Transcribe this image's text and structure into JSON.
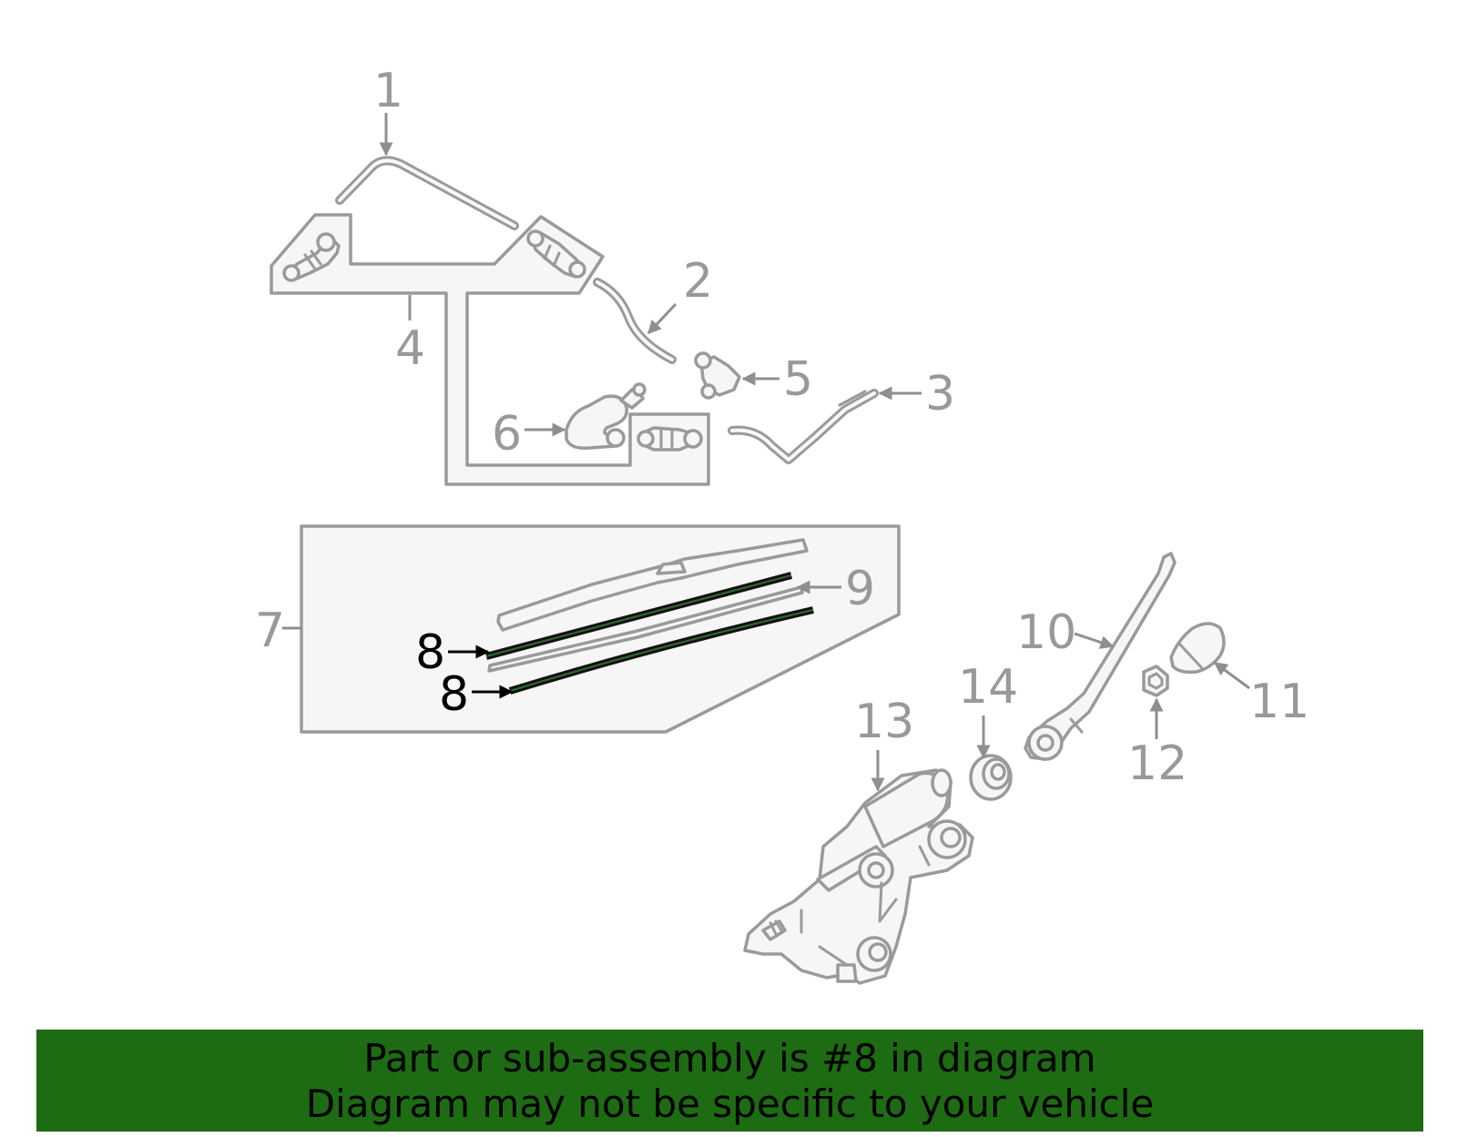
{
  "callouts": {
    "c1": "1",
    "c2": "2",
    "c3": "3",
    "c4": "4",
    "c5": "5",
    "c6": "6",
    "c7": "7",
    "c8a": "8",
    "c8b": "8",
    "c9": "9",
    "c10": "10",
    "c11": "11",
    "c12": "12",
    "c13": "13",
    "c14": "14"
  },
  "highlighted_part": "8",
  "banner": {
    "line1": "Part or sub-assembly is #8 in diagram",
    "line2": "Diagram may not be specific to your vehicle",
    "background": "#1d6b12"
  },
  "colors": {
    "part_outline": "#9a9a9a",
    "highlight": "#000000",
    "refill_core": "#2e6b2a"
  }
}
